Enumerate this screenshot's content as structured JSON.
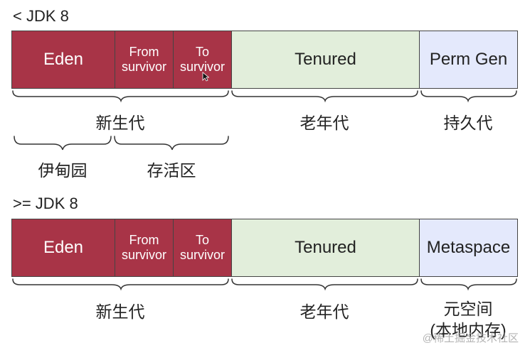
{
  "top": {
    "title": "< JDK 8",
    "cells": {
      "eden": "Eden",
      "from_line1": "From",
      "from_line2": "survivor",
      "to_line1": "To",
      "to_line2": "survivor",
      "tenured": "Tenured",
      "perm": "Perm Gen"
    },
    "labels": {
      "young": "新生代",
      "old": "老年代",
      "perm": "持久代",
      "eden": "伊甸园",
      "survivor": "存活区"
    }
  },
  "bottom": {
    "title": ">= JDK 8",
    "cells": {
      "eden": "Eden",
      "from_line1": "From",
      "from_line2": "survivor",
      "to_line1": "To",
      "to_line2": "survivor",
      "tenured": "Tenured",
      "meta": "Metaspace"
    },
    "labels": {
      "young": "新生代",
      "old": "老年代",
      "meta_line1": "元空间",
      "meta_line2": "(本地内存)"
    }
  },
  "watermark": "@稀土掘金技术社区",
  "colors": {
    "young": "#a83447",
    "tenured": "#e2eedb",
    "perm": "#e4e9fc"
  }
}
